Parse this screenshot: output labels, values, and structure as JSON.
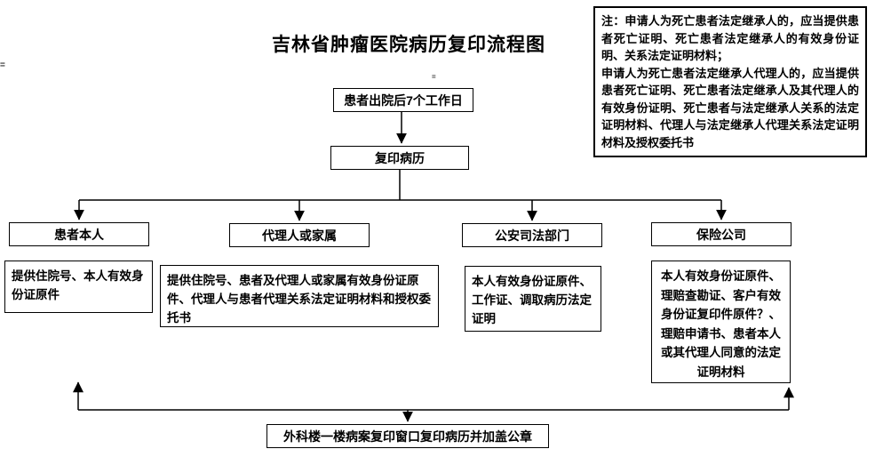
{
  "title": "吉林省肿瘤医院病历复印流程图",
  "note": "注：申请人为死亡患者法定继承人的，应当提供患者死亡证明、死亡患者法定继承人的有效身份证明、关系法定证明材料；\n申请人为死亡患者法定继承人代理人的，应当提供患者死亡证明、死亡患者法定继承人及其代理人的有效身份证明、死亡患者与法定继承人关系的法定证明材料、代理人与法定继承人代理关系法定证明材料及授权委托书",
  "flow": {
    "start": "患者出院后7个工作日",
    "step2": "复印病历",
    "branches": [
      {
        "label": "患者本人",
        "detail": "提供住院号、本人有效身份证原件"
      },
      {
        "label": "代理人或家属",
        "detail": "提供住院号、患者及代理人或家属有效身份证原件、代理人与患者代理关系法定证明材料和授权委托书"
      },
      {
        "label": "公安司法部门",
        "detail": "本人有效身份证原件、工作证、调取病历法定证明"
      },
      {
        "label": "保险公司",
        "detail": "本人有效身份证原件、理赔查勘证、客户有效身份证复印件原件？、理赔申请书、患者本人或其代理人同意的法定证明材料"
      }
    ],
    "end": "外科楼一楼病案复印窗口复印病历并加盖公章"
  },
  "artifacts": [
    "=",
    "="
  ]
}
